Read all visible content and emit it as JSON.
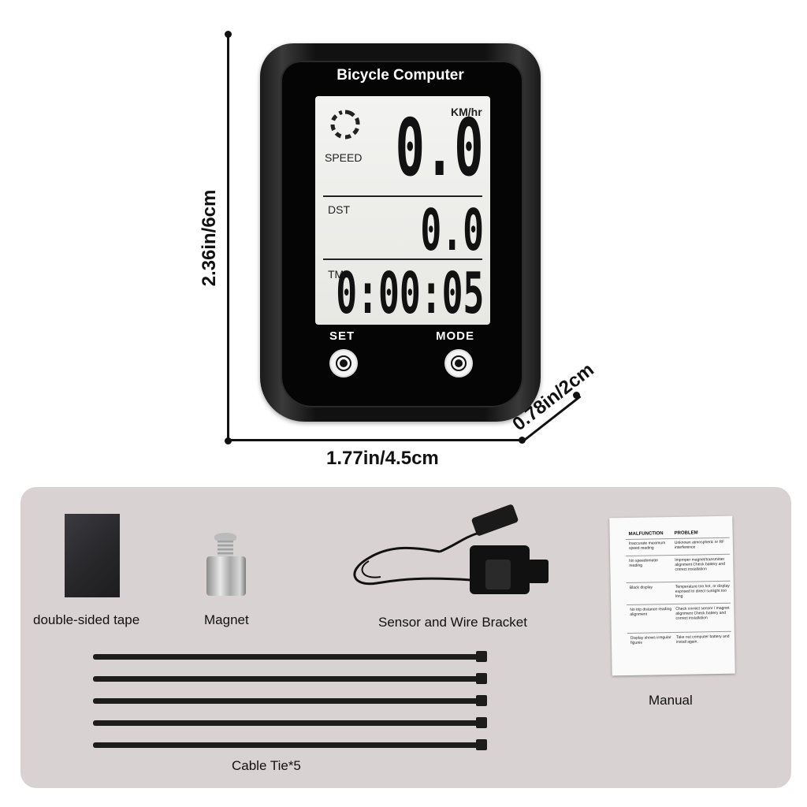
{
  "device": {
    "title": "Bicycle Computer",
    "speed_label": "SPEED",
    "speed_unit": "KM/hr",
    "speed_value": "0.0",
    "dst_label": "DST",
    "dst_value": "0.0",
    "tm_label": "TM",
    "tm_value": "0:00:05",
    "set_label": "SET",
    "mode_label": "MODE"
  },
  "dimensions": {
    "height": "2.36in/6cm",
    "width": "1.77in/4.5cm",
    "depth": "0.78in/2cm"
  },
  "accessories": {
    "tape": "double-sided tape",
    "magnet": "Magnet",
    "sensor": "Sensor and Wire Bracket",
    "manual": "Manual",
    "cable_tie": "Cable Tie*5"
  },
  "manual": {
    "col1_header": "MALFUNCTION",
    "col2_header": "PROBLEM",
    "rows": [
      {
        "malfunction": "Inaccurate maximum speed reading",
        "problem": "Unknown atmospheric or RF interference"
      },
      {
        "malfunction": "No speedometer reading",
        "problem": "Improper magnet/transmitter alignment Check battery and correct installation"
      },
      {
        "malfunction": "Black display",
        "problem": "Temperature too hot, or display exposed to direct sunlight too long"
      },
      {
        "malfunction": "No trip distance reading alignment",
        "problem": "Check correct sensor / magnet alignment Check battery and correct installation"
      },
      {
        "malfunction": "Display shows irregular figures",
        "problem": "Take out computer battery and install again."
      }
    ]
  },
  "colors": {
    "panel": "#d9d2d3",
    "device": "#111111",
    "lcd": "#ecece9"
  }
}
